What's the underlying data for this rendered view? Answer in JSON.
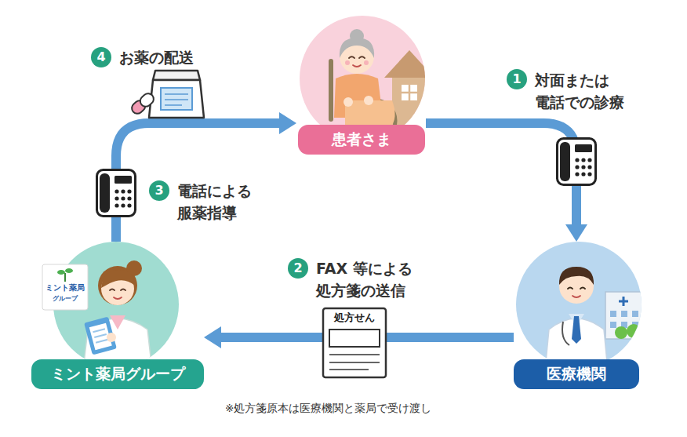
{
  "diagram": {
    "nodes": [
      {
        "text": [
          "患者さま"
        ]
      },
      {
        "text": [
          "医療機関"
        ]
      },
      {
        "text": [
          "ミント薬局グループ"
        ]
      }
    ],
    "edges": [
      {
        "from": 0,
        "to": 1,
        "arrow": "to"
      },
      {
        "from": 1,
        "to": 2,
        "arrow": "to"
      },
      {
        "from": 2,
        "to": 0,
        "arrow": "to"
      }
    ],
    "labels": [
      "1",
      "対面または 電話での診療",
      "2",
      "FAX 等による 処方箋の送信",
      "3",
      "電話による 服薬指導",
      "4",
      "お薬の配送",
      "処方せん",
      "ミント薬局",
      "グループ",
      "※処方箋原本は医療機関と薬局で受け渡し"
    ]
  }
}
